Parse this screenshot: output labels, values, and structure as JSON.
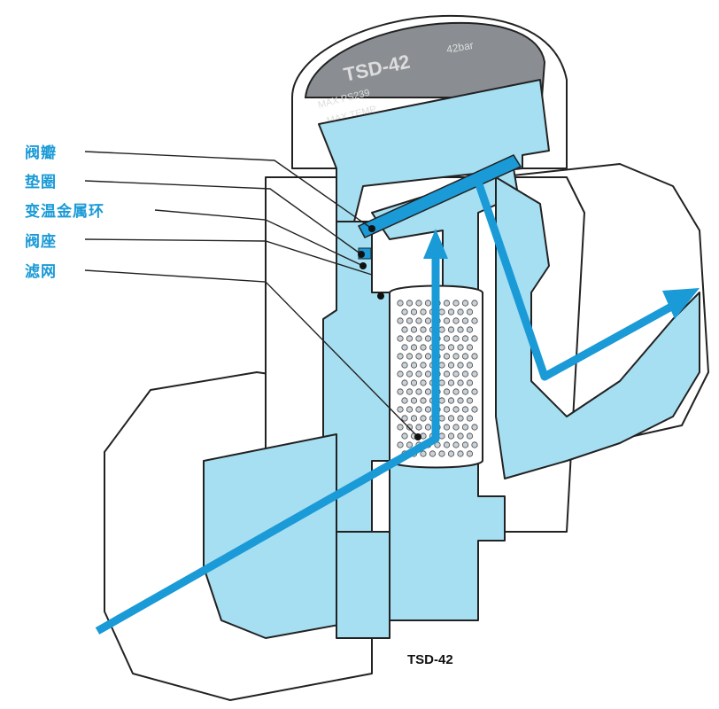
{
  "labels": {
    "disc": "阀瓣",
    "gasket": "垫圈",
    "bimetal_ring": "变温金属环",
    "seat": "阀座",
    "strainer": "滤网"
  },
  "nameplate": {
    "model": "TSD-42",
    "line1": "MAX PS239",
    "line2": "MAX TEMP",
    "rating": "42bar"
  },
  "caption": "TSD-42",
  "colors": {
    "section": "#a6dff2",
    "flow_arrow": "#1a9ad6",
    "outline": "#222222",
    "label_text": "#1a9ad6",
    "cap_plate": "#8a8d92"
  }
}
